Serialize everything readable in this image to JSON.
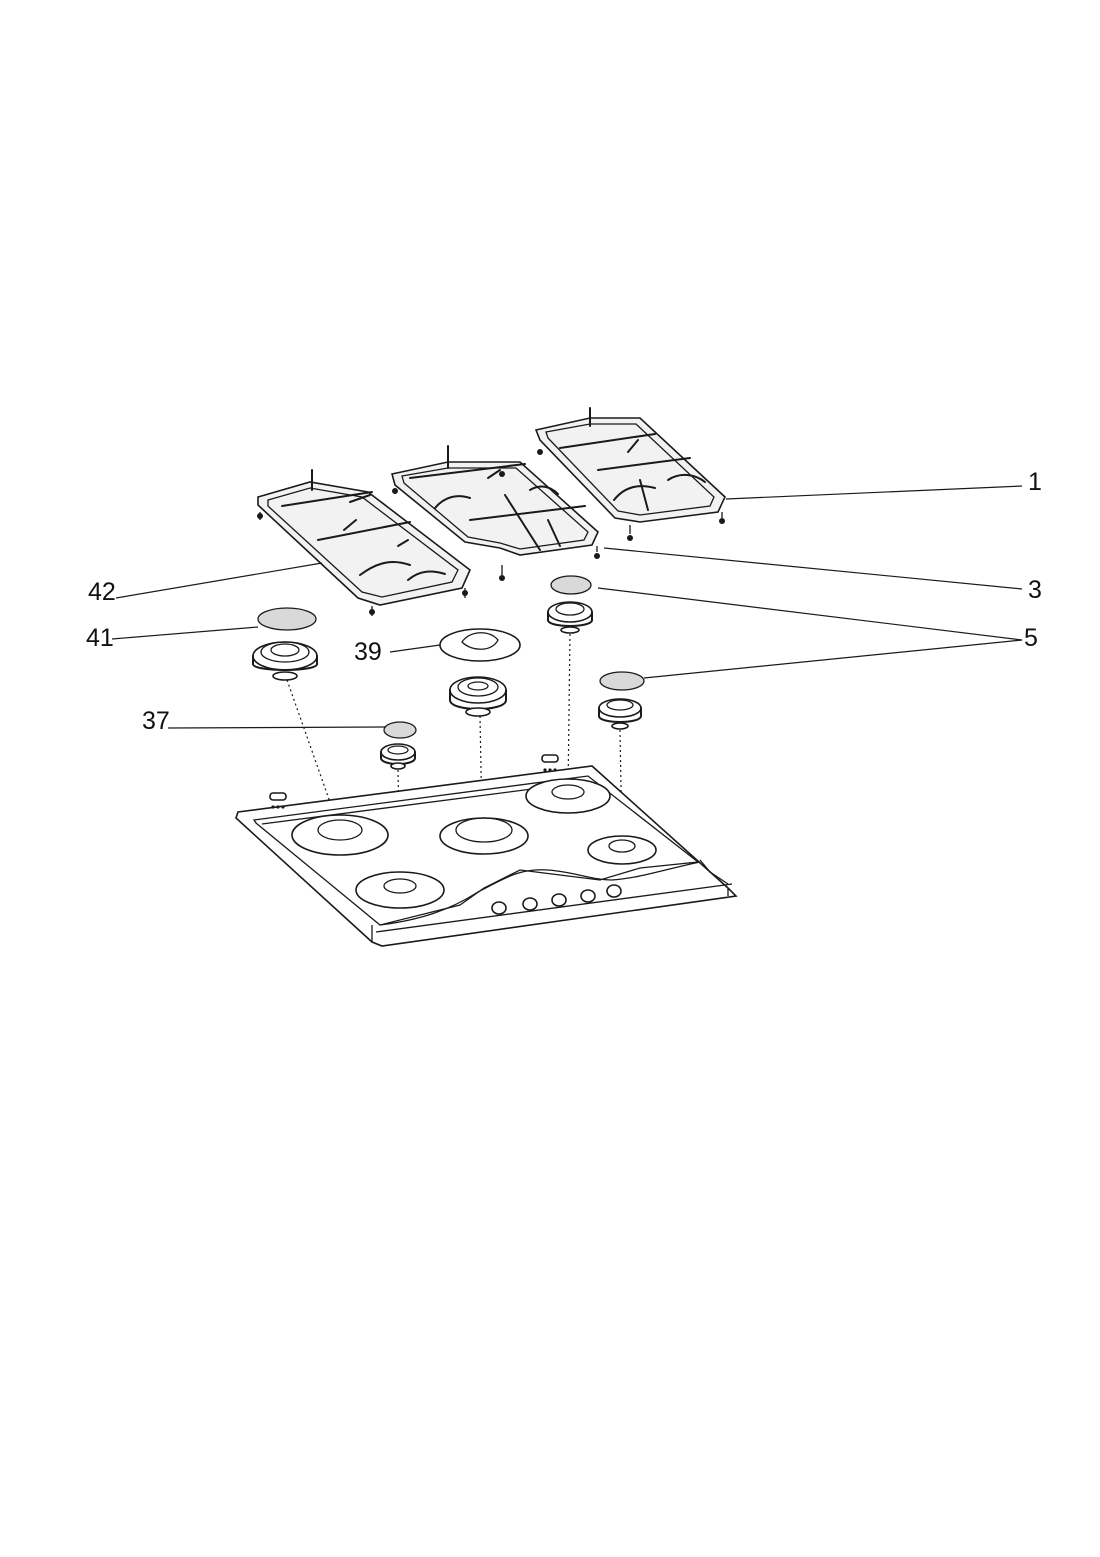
{
  "callouts": {
    "c1": "1",
    "c3": "3",
    "c5": "5",
    "c37": "37",
    "c39": "39",
    "c41": "41",
    "c42": "42"
  },
  "colors": {
    "line": "#1a1a1a",
    "cap_fill": "#d9d9d9",
    "background": "#ffffff"
  }
}
